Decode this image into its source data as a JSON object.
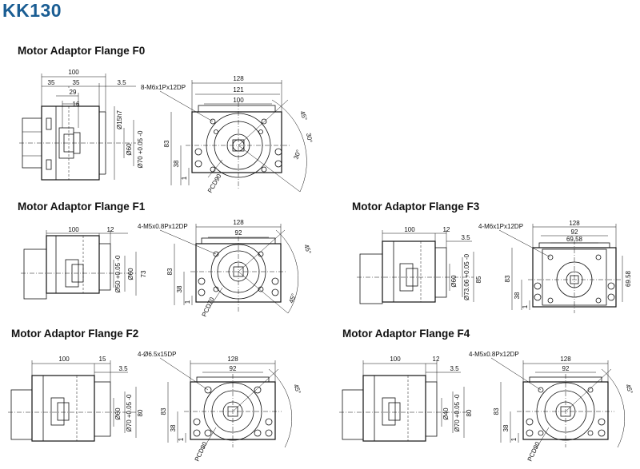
{
  "title": "KK130",
  "sections": {
    "f0": {
      "title": "Motor Adaptor Flange F0",
      "side": {
        "overall": "100",
        "d35a": "35",
        "d35b": "35",
        "d3_5": "3.5",
        "d29": "29",
        "d16": "16",
        "shaft": "Ø15h7",
        "pilot": "Ø60",
        "tol": "Ø70 +0.05 -0"
      },
      "front": {
        "w128": "128",
        "w121": "121",
        "w100": "100",
        "holes": "8-M6x1Px12DP",
        "h83": "83",
        "h38": "38",
        "h1": "1",
        "pcd": "PCD90",
        "a45": "45°",
        "a30a": "30°",
        "a30b": "30°"
      }
    },
    "f1": {
      "title": "Motor Adaptor Flange F1",
      "side": {
        "overall": "100",
        "d12": "12",
        "tol": "Ø50 +0.05 -0",
        "pilot": "Ø60",
        "d73": "73"
      },
      "front": {
        "w128": "128",
        "w92": "92",
        "holes": "4-M5x0.8Px12DP",
        "h83": "83",
        "h38": "38",
        "h1": "1",
        "pcd": "PCD70",
        "a45a": "45°",
        "a45b": "45°"
      }
    },
    "f3": {
      "title": "Motor Adaptor Flange F3",
      "side": {
        "overall": "100",
        "d12": "12",
        "d3_5": "3.5",
        "pilot": "Ø60",
        "tol": "Ø73.06 +0.05 -0",
        "d85": "85"
      },
      "front": {
        "w128": "128",
        "w92": "92",
        "w69": "69.58",
        "holes": "4-M6x1Px12DP",
        "h83": "83",
        "h38": "38",
        "h1": "1",
        "v69": "69.58"
      }
    },
    "f2": {
      "title": "Motor Adaptor Flange F2",
      "side": {
        "overall": "100",
        "d15": "15",
        "d3_5": "3.5",
        "pilot": "Ø60",
        "tol": "Ø70 +0.05 -0",
        "d80": "80"
      },
      "front": {
        "w128": "128",
        "w92": "92",
        "holes": "4-Ø6.5x15DP",
        "h83": "83",
        "h38": "38",
        "h1": "1",
        "pcd": "PCD90",
        "a45": "45°"
      }
    },
    "f4": {
      "title": "Motor Adaptor Flange F4",
      "side": {
        "overall": "100",
        "d12": "12",
        "d3_5": "3.5",
        "pilot": "Ø40",
        "tol": "Ø70 +0.05 -0",
        "d80": "80"
      },
      "front": {
        "w128": "128",
        "w92": "92",
        "holes": "4-M5x0.8Px12DP",
        "h83": "83",
        "h38": "38",
        "h1": "1",
        "pcd": "PCD90",
        "a45": "45°"
      }
    }
  }
}
